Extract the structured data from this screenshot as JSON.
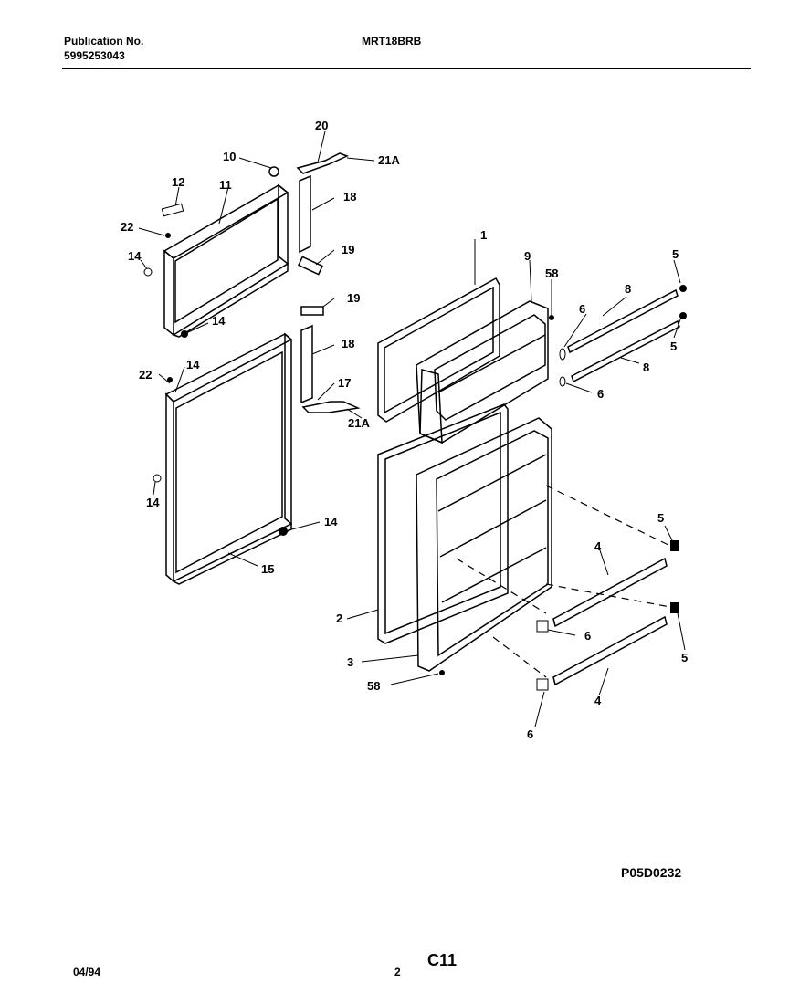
{
  "header": {
    "publication_label": "Publication No.",
    "publication_number": "5995253043",
    "model": "MRT18BRB"
  },
  "footer": {
    "date": "04/94",
    "page": "2",
    "section": "C11",
    "diagram_code": "P05D0232"
  },
  "callouts": {
    "c1": "1",
    "c2": "2",
    "c3": "3",
    "c4a": "4",
    "c4b": "4",
    "c5a": "5",
    "c5b": "5",
    "c5c": "5",
    "c5d": "5",
    "c6a": "6",
    "c6b": "6",
    "c6c": "6",
    "c6d": "6",
    "c8a": "8",
    "c8b": "8",
    "c9": "9",
    "c10": "10",
    "c11": "11",
    "c12": "12",
    "c14a": "14",
    "c14b": "14",
    "c14c": "14",
    "c14d": "14",
    "c14e": "14",
    "c15": "15",
    "c17": "17",
    "c18a": "18",
    "c18b": "18",
    "c19a": "19",
    "c19b": "19",
    "c20": "20",
    "c21a": "21A",
    "c21b": "21A",
    "c22a": "22",
    "c22b": "22",
    "c58a": "58",
    "c58b": "58"
  }
}
